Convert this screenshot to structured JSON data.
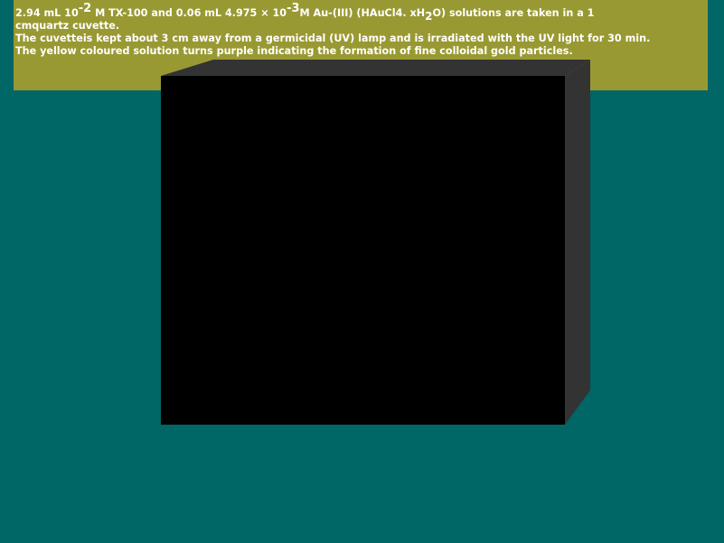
{
  "colors": {
    "background": "#006666",
    "banner": "#999933",
    "text": "#ffffff",
    "box_front": "#000000",
    "box_side": "#333333"
  },
  "description": {
    "line1": {
      "t1": "2.94 mL 10",
      "sup1": "-2",
      "t2": " M TX-100 and 0.06 mL 4.975 × 10",
      "sup2": "-3",
      "t3": "M Au-(III) (HAuCl4. xH",
      "sub1": "2",
      "t4": "O) solutions are taken in a 1"
    },
    "line2": "cmquartz cuvette.",
    "line3": "The cuvetteis kept about 3 cm away from a germicidal (UV) lamp and is irradiated with the UV light for 30 min.",
    "line4": "The yellow coloured solution turns purple indicating the formation of fine colloidal gold particles."
  }
}
